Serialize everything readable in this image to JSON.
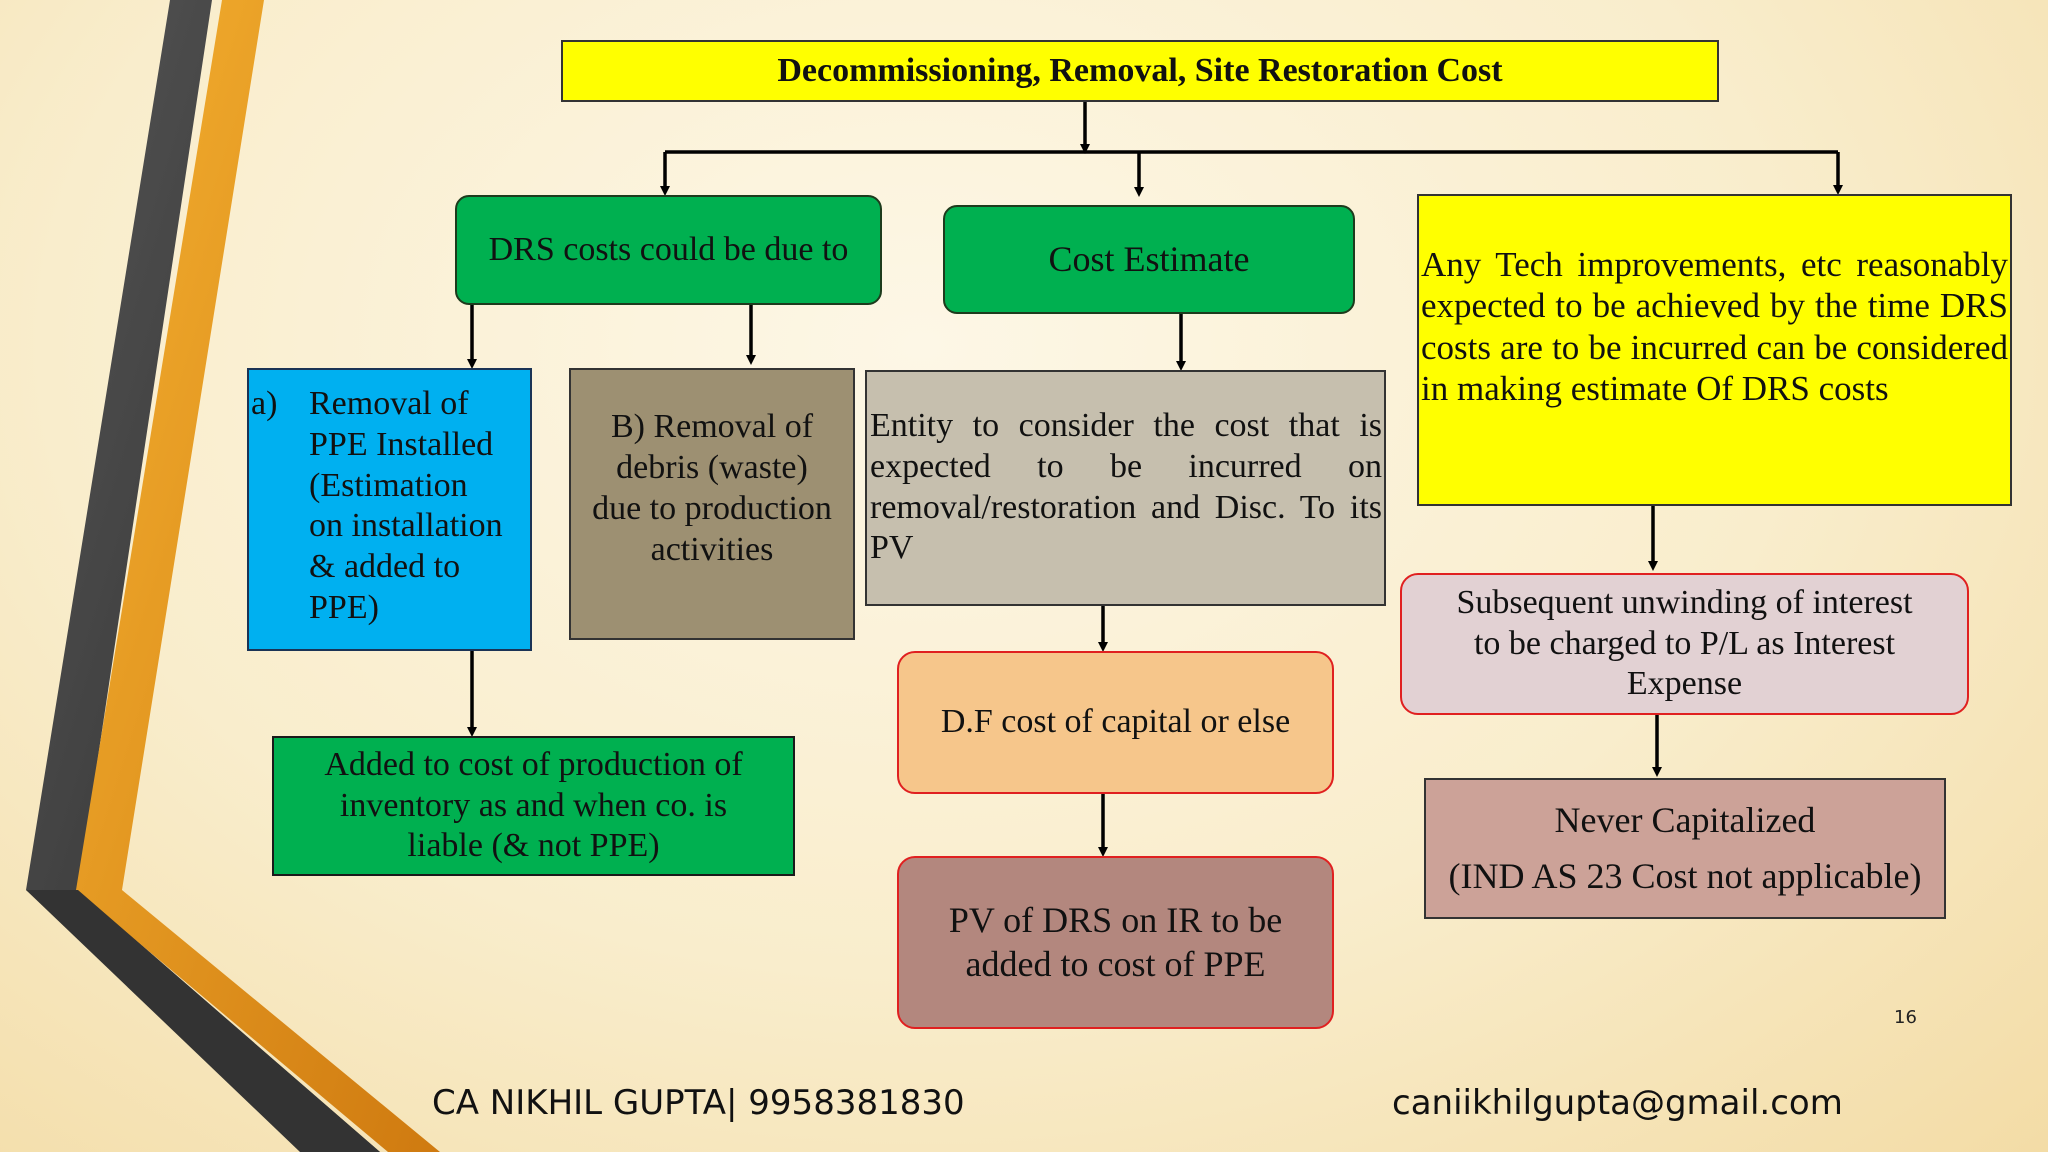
{
  "title": "Decommissioning, Removal, Site Restoration Cost",
  "boxes": {
    "drs_due": "DRS costs could be due to",
    "cost_estimate": "Cost Estimate",
    "tech": "Any Tech improvements, etc reasonably expected to be achieved by the time DRS costs are to be incurred can be considered in making estimate Of DRS costs",
    "removal_ppe": {
      "marker": "a)",
      "lines": [
        "Removal of",
        "PPE Installed",
        "(Estimation",
        "on installation",
        "& added to",
        "PPE)"
      ]
    },
    "removal_debris": [
      "B) Removal of",
      "debris (waste)",
      "due to production",
      "activities"
    ],
    "entity": "Entity to consider the cost that is expected to be incurred on removal/restoration and Disc. To its PV",
    "unwinding": [
      "Subsequent unwinding of interest",
      "to be charged to P/L as Interest",
      "Expense"
    ],
    "df_cost": "D.F cost of capital or else",
    "inventory": [
      "Added to cost of production of",
      "inventory as and when co. is",
      "liable (& not PPE)"
    ],
    "never_capitalized": [
      "Never Capitalized",
      "(IND AS 23 Cost not applicable)"
    ],
    "pv_drs": [
      "PV of DRS on IR to be",
      "added to cost of PPE"
    ]
  },
  "footer": {
    "left": "CA NIKHIL GUPTA| 9958381830",
    "right": "caniikhilgupta@gmail.com"
  },
  "page_number": "16",
  "colors": {
    "title_fill": "#ffff00",
    "green_fill": "#00b050",
    "blue_fill": "#00b0f0",
    "olive_fill": "#9d9072",
    "gray_fill": "#c6bfae",
    "peach_fill": "#f6c68b",
    "pink_fill": "#e2d1d3",
    "mauve_fill": "#cca298",
    "rose_fill": "#b3877e",
    "red_border": "#e02020",
    "accent_orange": "#f0a030",
    "accent_dark": "#3c3c3c"
  }
}
